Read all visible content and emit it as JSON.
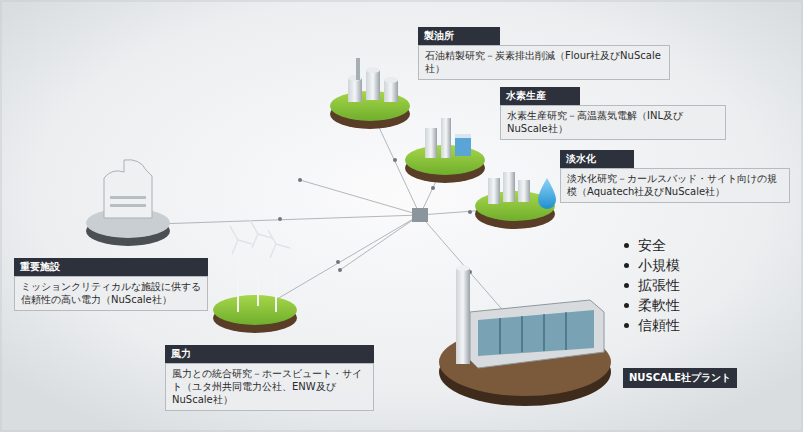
{
  "diagram": {
    "nodes": [
      {
        "text": [
          "製油所",
          "石油精製研究－炭素排出削減（Flour社及びNuScale社）"
        ]
      },
      {
        "text": [
          "水素生産",
          "水素生産研究－高温蒸気電解（INL及びNuScale社）"
        ]
      },
      {
        "text": [
          "淡水化",
          "淡水化研究－カールスバッド・サイト向けの規模（Aquatech社及びNuScale社）"
        ]
      },
      {
        "text": [
          "重要施設",
          "ミッションクリティカルな施設に供する信頼性の高い電力（NuScale社）"
        ]
      },
      {
        "text": [
          "風力",
          "風力との統合研究－ホースビュート・サイト（ユタ州共同電力公社、ENW及びNuScale社）"
        ]
      },
      {
        "text": [
          "NUSCALE社プラント"
        ]
      }
    ],
    "labels": [
      "安全",
      "小規模",
      "拡張性",
      "柔軟性",
      "信頼性"
    ]
  }
}
